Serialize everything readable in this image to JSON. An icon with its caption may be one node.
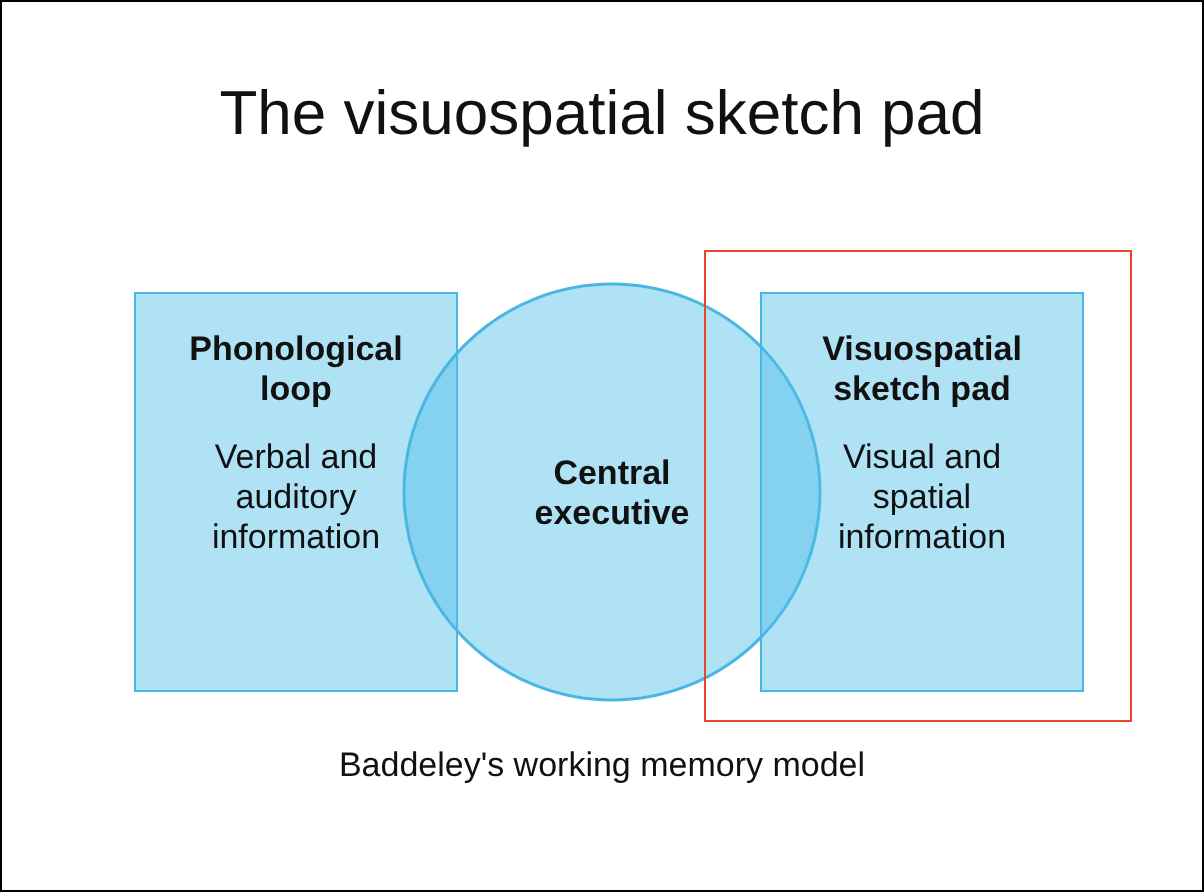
{
  "diagram": {
    "title": "The visuospatial sketch pad",
    "caption": "Baddeley's working memory model",
    "nodes": [
      {
        "text": [
          "Phonological loop",
          "Verbal and auditory information"
        ]
      },
      {
        "text": [
          "Central executive"
        ]
      },
      {
        "text": [],
        "shape": "box"
      },
      {
        "text": [
          "Visuospatial sketch pad",
          "Visual and spatial information"
        ],
        "in": 2
      }
    ],
    "edges": []
  }
}
